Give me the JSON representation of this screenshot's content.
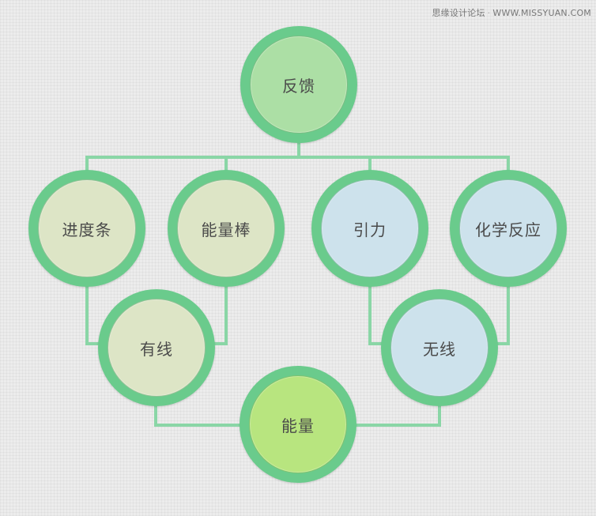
{
  "watermark": {
    "site": "思缘设计论坛",
    "url": "WWW.MISSYUAN.COM"
  },
  "colors": {
    "ring": "#6acb8c",
    "connector": "#8ad6a6",
    "green_fill": "#acdfa5",
    "beige_fill": "#dde5c6",
    "blue_fill": "#cde2ec",
    "lime_fill": "#b8e57f",
    "text": "#4a4a4a"
  },
  "nodes": [
    {
      "id": "feedback",
      "label": "反馈",
      "fill": "#acdfa5"
    },
    {
      "id": "progress-bar",
      "label": "进度条",
      "fill": "#dde5c6"
    },
    {
      "id": "energy-bar",
      "label": "能量棒",
      "fill": "#dde5c6"
    },
    {
      "id": "gravity",
      "label": "引力",
      "fill": "#cde2ec"
    },
    {
      "id": "chemical-reaction",
      "label": "化学反应",
      "fill": "#cde2ec"
    },
    {
      "id": "finite",
      "label": "有线",
      "fill": "#dde5c6"
    },
    {
      "id": "infinite",
      "label": "无线",
      "fill": "#cde2ec"
    },
    {
      "id": "energy",
      "label": "能量",
      "fill": "#b8e57f"
    }
  ],
  "edges": [
    {
      "from": "feedback",
      "to": "progress-bar"
    },
    {
      "from": "feedback",
      "to": "energy-bar"
    },
    {
      "from": "feedback",
      "to": "gravity"
    },
    {
      "from": "feedback",
      "to": "chemical-reaction"
    },
    {
      "from": "progress-bar",
      "to": "finite"
    },
    {
      "from": "energy-bar",
      "to": "finite"
    },
    {
      "from": "gravity",
      "to": "infinite"
    },
    {
      "from": "chemical-reaction",
      "to": "infinite"
    },
    {
      "from": "finite",
      "to": "energy"
    },
    {
      "from": "infinite",
      "to": "energy"
    }
  ]
}
